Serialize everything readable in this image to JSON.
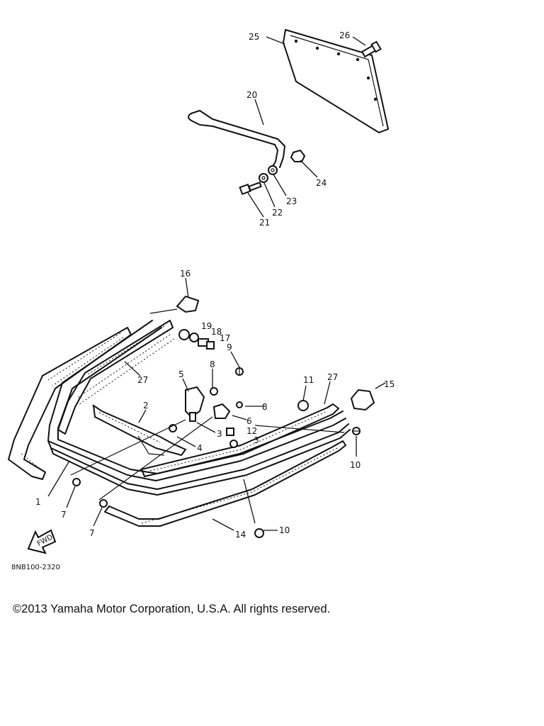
{
  "diagram": {
    "callouts": [
      "25",
      "26",
      "20",
      "24",
      "23",
      "22",
      "21",
      "16",
      "19",
      "18",
      "17",
      "9",
      "27",
      "8",
      "5",
      "2",
      "8",
      "6",
      "3",
      "4",
      "12",
      "3",
      "11",
      "27",
      "15",
      "10",
      "1",
      "7",
      "7",
      "14",
      "10"
    ],
    "front_arrow_label": "FWD",
    "drawing_code": "8NB100-2320"
  },
  "footer": {
    "copyright": "©2013 Yamaha Motor Corporation, U.S.A. All rights reserved."
  }
}
